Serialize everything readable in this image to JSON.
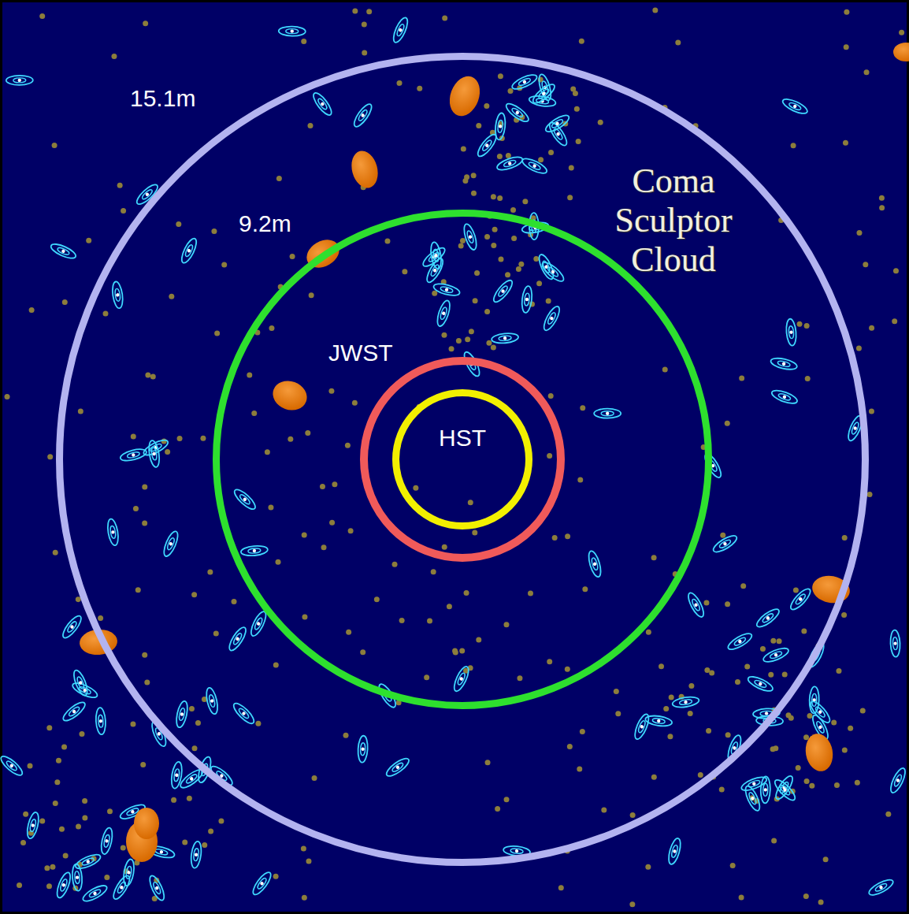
{
  "diagram": {
    "nodes": [
      {
        "text": [
          "15.1m"
        ]
      },
      {
        "text": [
          "9.2m"
        ],
        "in": 0
      },
      {
        "text": [
          "JWST"
        ],
        "in": 1
      },
      {
        "text": [
          "HST"
        ],
        "in": 2
      }
    ],
    "labels": [
      "Coma Sculptor Cloud"
    ]
  }
}
